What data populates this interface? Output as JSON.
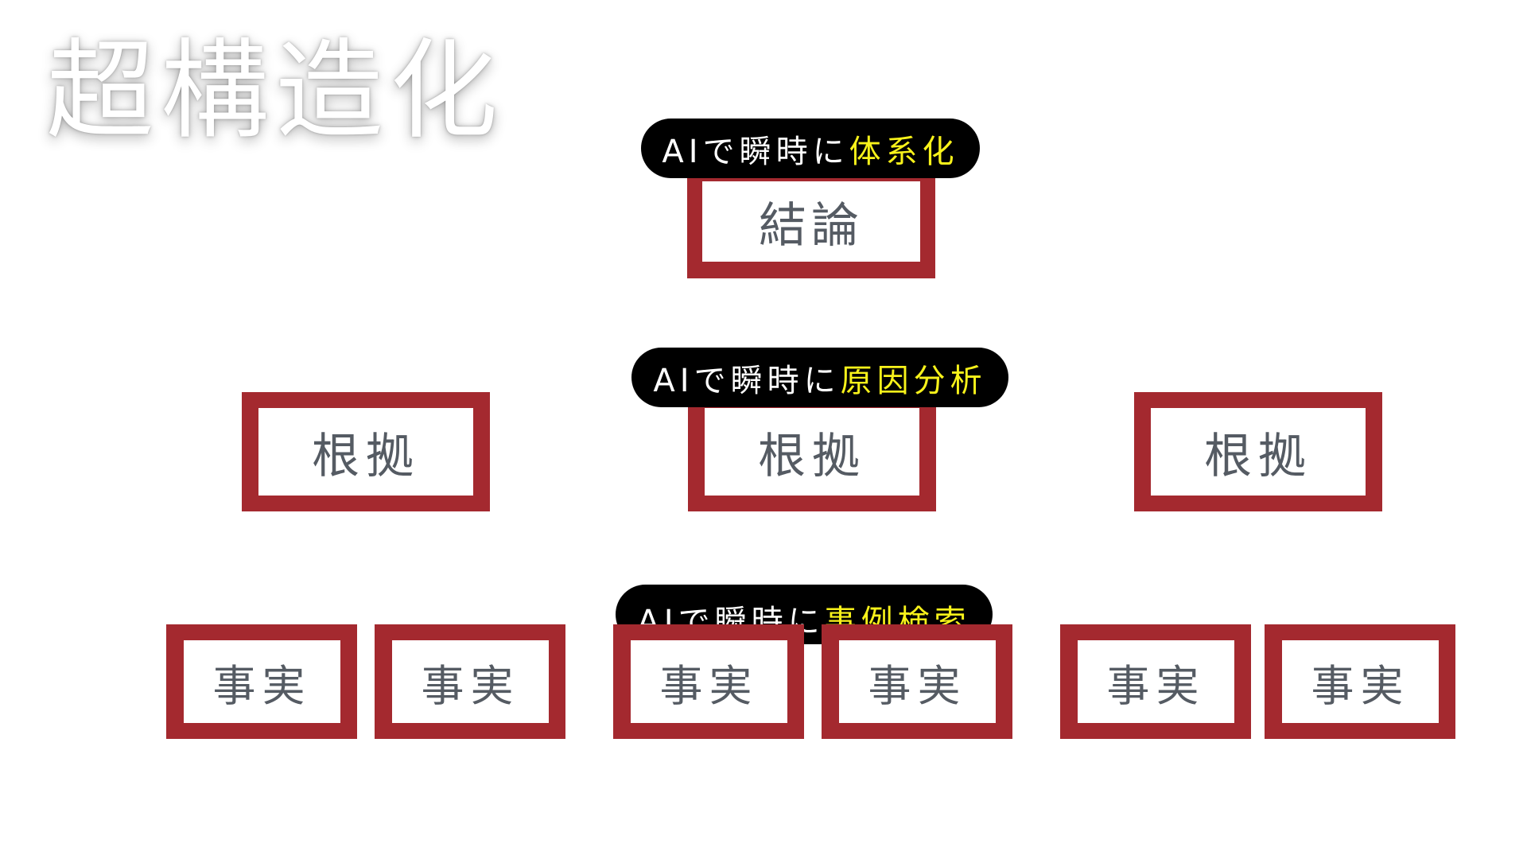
{
  "title": "超構造化",
  "labels": {
    "conclusion_pill": {
      "prefix": "AIで瞬時に",
      "highlight": "体系化"
    },
    "basis_pill": {
      "prefix": "AIで瞬時に",
      "highlight": "原因分析"
    },
    "fact_pill": {
      "prefix": "AIで瞬時に",
      "highlight": "事例検索"
    }
  },
  "conclusion": "結論",
  "bases": [
    "根拠",
    "根拠",
    "根拠"
  ],
  "facts": [
    "事実",
    "事実",
    "事実",
    "事実",
    "事実",
    "事実"
  ],
  "colors": {
    "box_border": "#a4292f",
    "box_text": "#555b63",
    "pill_background": "#000000",
    "pill_text": "#ffffff",
    "highlight_text": "#f8f21a"
  }
}
